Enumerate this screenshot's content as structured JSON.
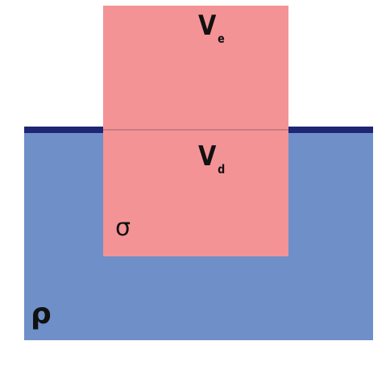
{
  "colors": {
    "fluid": "#6e8fc8",
    "surface_line": "#1e2574",
    "block": "#f49396",
    "text": "#111111"
  },
  "labels": {
    "emerged_volume": {
      "main": "V",
      "sub": "e"
    },
    "displaced_volume": {
      "main": "V",
      "sub": "d"
    },
    "block_density": "σ",
    "fluid_density": "ρ"
  }
}
